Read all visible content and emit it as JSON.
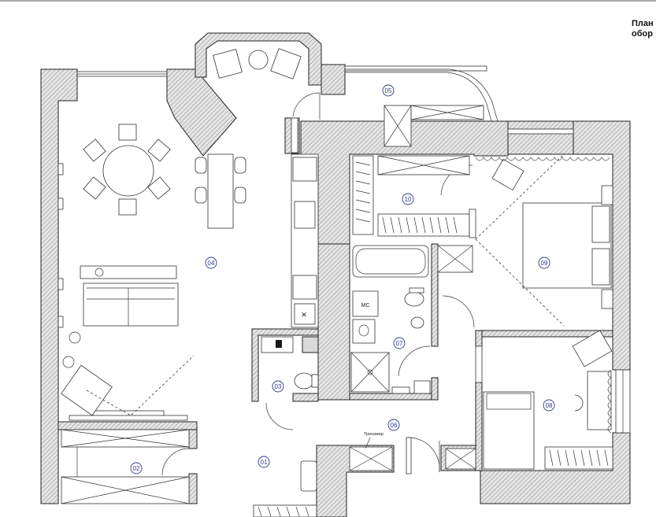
{
  "title": {
    "line1": "План",
    "line2": "обор"
  },
  "rooms": [
    {
      "id": "01",
      "label": "01"
    },
    {
      "id": "02",
      "label": "02"
    },
    {
      "id": "03",
      "label": "03"
    },
    {
      "id": "04",
      "label": "04"
    },
    {
      "id": "05",
      "label": "05"
    },
    {
      "id": "06",
      "label": "06"
    },
    {
      "id": "07",
      "label": "07"
    },
    {
      "id": "08",
      "label": "08"
    },
    {
      "id": "09",
      "label": "09"
    },
    {
      "id": "10",
      "label": "10"
    }
  ],
  "labels": {
    "mc": "МС",
    "trainer": "Тренажер",
    "stove": "✕"
  },
  "colors": {
    "wall_hatch": "#9a9a9a",
    "room_marker": "#2f3a8f",
    "line": "#222222"
  }
}
